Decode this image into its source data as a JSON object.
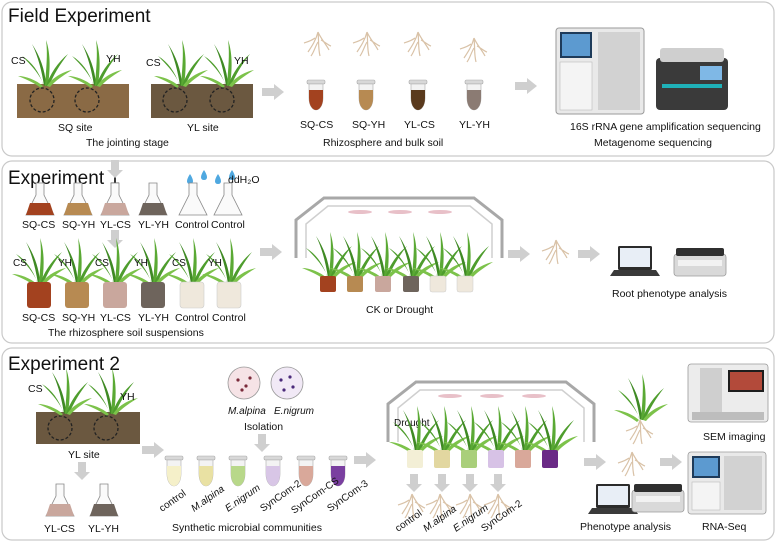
{
  "field_experiment": {
    "title": "Field Experiment",
    "site1": {
      "left": "CS",
      "right": "YH",
      "name": "SQ site"
    },
    "site2": {
      "left": "CS",
      "right": "YH",
      "name": "YL site"
    },
    "stage_caption": "The jointing stage",
    "tubes": [
      "SQ-CS",
      "SQ-YH",
      "YL-CS",
      "YL-YH"
    ],
    "soil_caption": "Rhizosphere and bulk soil",
    "seq_line1": "16S rRNA gene amplification sequencing",
    "seq_line2": "Metagenome sequencing"
  },
  "experiment1": {
    "title": "Experiment 1",
    "water_label": "ddH₂O",
    "flask_labels": [
      "SQ-CS",
      "SQ-YH",
      "YL-CS",
      "YL-YH",
      "Control",
      "Control"
    ],
    "pot_top_labels": [
      "CS",
      "YH",
      "CS",
      "YH",
      "CS",
      "YH"
    ],
    "pot_labels": [
      "SQ-CS",
      "SQ-YH",
      "YL-CS",
      "YL-YH",
      "Control",
      "Control"
    ],
    "suspension_caption": "The rhizosphere soil suspensions",
    "greenhouse_caption": "CK or Drought",
    "root_caption": "Root phenotype analysis"
  },
  "experiment2": {
    "title": "Experiment 2",
    "site": {
      "left": "CS",
      "right": "YH",
      "name": "YL site"
    },
    "flasks": [
      "YL-CS",
      "YL-YH"
    ],
    "dish_labels": [
      "M.alpina",
      "E.nigrum"
    ],
    "isolation": "Isolation",
    "tube_labels": [
      "control",
      "M.alpina",
      "E.nigrum",
      "SynCom-2",
      "SynCom-CS",
      "SynCom-3"
    ],
    "syncom_caption": "Synthetic microbial communities",
    "drought_label": "Drought",
    "root_labels": [
      "control",
      "M.alpina",
      "E.nigrum",
      "SynCom-2"
    ],
    "phenotype_caption": "Phenotype analysis",
    "sem_caption": "SEM imaging",
    "rnaseq_caption": "RNA-Seq"
  },
  "colors": {
    "panel_border": "#c9c9c9",
    "arrow": "#cfcfcf",
    "soil": "#8a6a45",
    "soil_dark": "#6b5840",
    "leaf": "#4e9d2d",
    "leaf_light": "#7cc24a",
    "sq_cs": "#a3421f",
    "sq_yh": "#b78a52",
    "yl_cs": "#c9a79d",
    "yl_yh": "#6e645c",
    "control": "#efe8dc"
  }
}
